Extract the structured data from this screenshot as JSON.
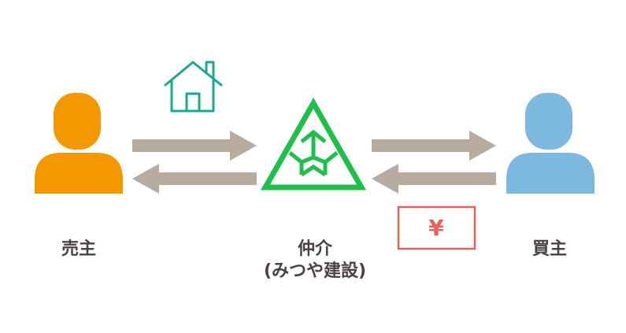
{
  "seller": {
    "label": "売主"
  },
  "agent": {
    "label": "仲介",
    "sublabel": "(みつや建設)"
  },
  "buyer": {
    "label": "買主"
  },
  "money": {
    "symbol": "¥"
  },
  "colors": {
    "seller": "#f39800",
    "buyer": "#7db8e0",
    "agent_logo": "#1fbf4a",
    "house_icon": "#1aa88e",
    "arrow": "#b8ac9e",
    "money_box": "#e8605a",
    "text": "#4a4240"
  },
  "icons": [
    "seller-person-icon",
    "buyer-person-icon",
    "house-icon",
    "agent-logo-icon",
    "yen-box-icon"
  ]
}
